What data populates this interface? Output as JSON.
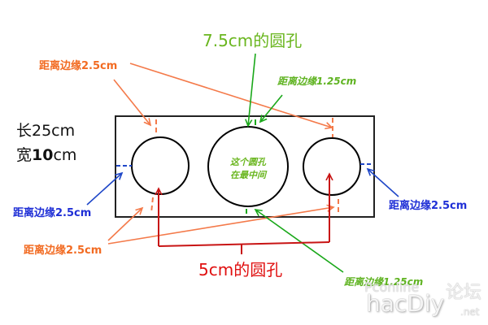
{
  "diagram": {
    "title_large_hole": "7.5cm的圆孔",
    "title_small_holes": "5cm的圆孔",
    "dimensions": {
      "length": "长25cm",
      "width_prefix": "宽",
      "width_value": "10",
      "width_unit": "cm"
    },
    "center_note_line1": "这个圆孔",
    "center_note_line2": "在最中间",
    "labels": {
      "orange_top": "距离边缘2.5cm",
      "orange_bottom": "距离边缘2.5cm",
      "blue_left": "距离边缘2.5cm",
      "blue_right": "距离边缘2.5cm",
      "green_top": "距离边缘1.25cm",
      "green_bottom": "距离边缘1.25cm"
    },
    "colors": {
      "orange": "#f26b22",
      "blue": "#1f2fd6",
      "green": "#6ab61f",
      "green_line": "#1aa81a",
      "red": "#c81414",
      "outline": "#000000"
    },
    "watermark": {
      "line1": "Pconline",
      "line2": "hacDiy",
      "suffix": ".net",
      "cn": "论坛"
    }
  }
}
